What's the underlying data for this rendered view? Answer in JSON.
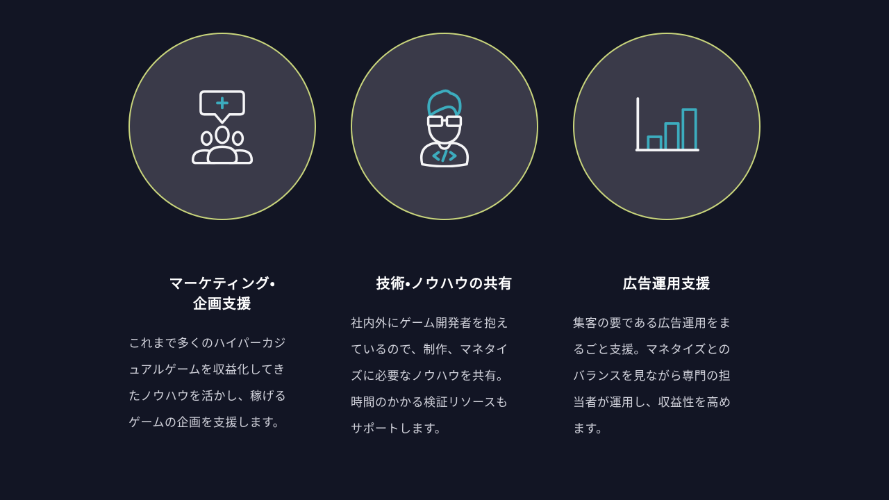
{
  "theme": {
    "background": "#121524",
    "circle_fill": "#3a3a49",
    "circle_border": "#c9d57c",
    "accent_teal": "#3cacbe",
    "title_color": "#ffffff",
    "body_color": "#d2d3dc"
  },
  "section": {
    "cards": [
      {
        "icon": "group-discussion-plus-icon",
        "title": "マーケティング・\n企画支援",
        "description": "これまで多くのハイパーカジ\nュアルゲームを収益化してき\nたノウハウを活かし、稼げる\nゲームの企画を支援します。"
      },
      {
        "icon": "developer-code-icon",
        "title": "技術・ノウハウの共有",
        "description": "社内外にゲーム開発者を抱え\nているので、制作、マネタイ\nズに必要なノウハウを共有。\n時間のかかる検証リソースも\nサポートします。"
      },
      {
        "icon": "bar-chart-growth-icon",
        "title": "広告運用支援",
        "description": "集客の要である広告運用をま\nるごと支援。マネタイズとの\nバランスを見ながら専門の担\n当者が運用し、収益性を高め\nます。"
      }
    ]
  }
}
